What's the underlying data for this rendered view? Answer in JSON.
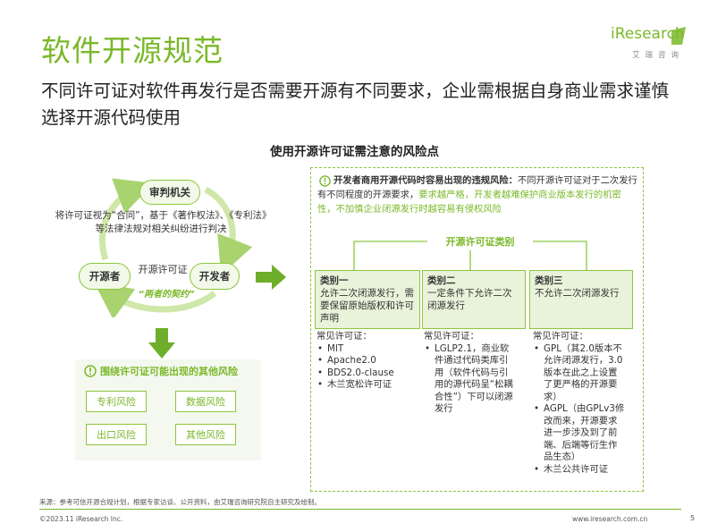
{
  "slide": {
    "title": "软件开源规范",
    "subtitle": "不同许可证对软件再发行是否需要开源有不同要求，企业需根据自身商业需求谨慎选择开源代码使用",
    "diagram_title": "使用开源许可证需注意的风险点",
    "page_number": "5"
  },
  "logo": {
    "brand": "iResearch",
    "tagline": "艾瑞咨询"
  },
  "cycle": {
    "court": "审判机关",
    "court_desc": "将许可证视为“合同”，基于《著作权法》、《专利法》等法律法规对相关纠纷进行判决",
    "open_source": "开源者",
    "developer": "开发者",
    "center": "开源许可证",
    "contract": "“两者的契约”"
  },
  "risks": {
    "title": "围绕许可证可能出现的其他风险",
    "items": [
      "专利风险",
      "数据风险",
      "出口风险",
      "其他风险"
    ]
  },
  "warning": {
    "label": "开发者商用开源代码时容易出现的违规风险：",
    "text1": "不同开源许可证对于二次发行有不同程度的开源要求，",
    "text2": "要求越严格，开发者越难保护商业版本发行的机密性，不加慎企业闭源发行时越容易有侵权风险"
  },
  "categories": {
    "header": "开源许可证类别",
    "items": [
      {
        "name": "类别一",
        "desc": "允许二次闭源发行，需要保留原始版权和许可声明",
        "lic_label": "常见许可证：",
        "licenses": [
          "MIT",
          "Apache2.0",
          "BDS2.0-clause",
          "木兰宽松许可证"
        ]
      },
      {
        "name": "类别二",
        "desc": "一定条件下允许二次闭源发行",
        "lic_label": "常见许可证：",
        "licenses": [
          "LGLP2.1，商业软件通过代码类库引用（软件代码与引用的源代码呈“松耦合性”）下可以闭源发行"
        ]
      },
      {
        "name": "类别三",
        "desc": "不允许二次闭源发行",
        "lic_label": "常见许可证：",
        "licenses": [
          "GPL（其2.0版本不允许闭源发行，3.0版本在此之上设置了更严格的开源要求）",
          "AGPL（由GPLv3修改而来，开源要求进一步涉及到了前端、后端等衍生作品生态）",
          "木兰公共许可证"
        ]
      }
    ]
  },
  "footer": {
    "source": "来源：参考可信开源合规计划，根据专家访谈、公开资料，由艾瑞咨询研究院自主研究及绘制。",
    "copyright": "©2023.11 iResearch Inc.",
    "url": "www.iresearch.com.cn"
  },
  "colors": {
    "accent": "#7ab829",
    "light": "#e9f3da",
    "arrow": "#6fae2a"
  }
}
